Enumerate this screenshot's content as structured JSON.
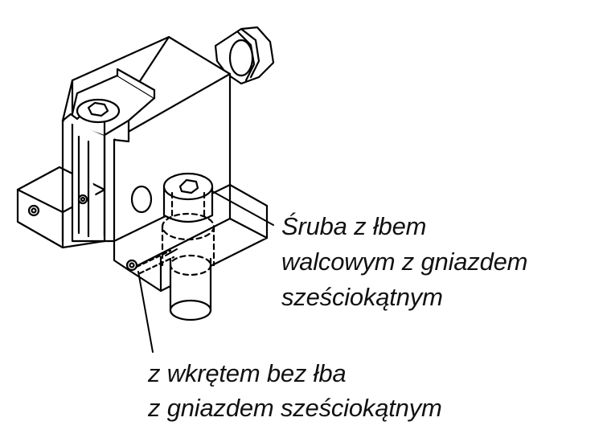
{
  "callouts": {
    "socket_head_screw": {
      "lines": [
        "Śruba z łbem",
        "walcowym z gniazdem",
        "sześciokątnym"
      ]
    },
    "set_screw": {
      "lines": [
        "z wkrętem bez łba",
        "z gniazdem sześciokątnym"
      ]
    }
  },
  "colors": {
    "line": "#000000",
    "fill": "#ffffff"
  }
}
